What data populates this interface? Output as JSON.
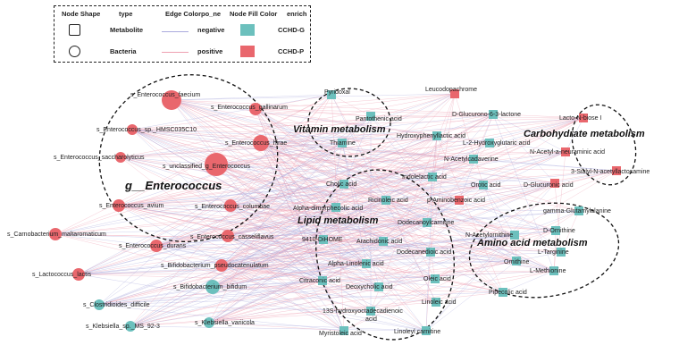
{
  "legend": {
    "headers": {
      "shape": "Node Shape",
      "type": "type",
      "edge": "Edge Color",
      "pone": "po_ne",
      "fill": "Node Fill Color",
      "enrich": "enrich"
    },
    "rows": [
      {
        "shape": "square",
        "type": "Metabolite",
        "edge_color": "#aaaadd",
        "pone": "negative",
        "fill_color": "#6cc0bd",
        "enrich": "CCHD-G"
      },
      {
        "shape": "circle",
        "type": "Bacteria",
        "edge_color": "#ee9fb1",
        "pone": "positive",
        "fill_color": "#e9676d",
        "enrich": "CCHD-P"
      }
    ]
  },
  "colors": {
    "teal": "#6cc0bd",
    "red": "#e9676d",
    "neg_edge": "#aaaadd",
    "pos_edge": "#ee9fb1"
  },
  "groups": [
    {
      "label": "g__Enterococcus"
    },
    {
      "label": "Vitamin metabolism"
    },
    {
      "label": "Carbohydrate metabolism"
    },
    {
      "label": "Lipid metabolism"
    },
    {
      "label": "Amino acid metabolism"
    }
  ],
  "nodes": [
    {
      "label": "s_Enterococcus_faecium",
      "shape": "circle",
      "enrich": "CCHD-P"
    },
    {
      "label": "s_Enterococcus_gallinarum",
      "shape": "circle",
      "enrich": "CCHD-P"
    },
    {
      "label": "s_Enterococcus_sp._HMSC035C10",
      "shape": "circle",
      "enrich": "CCHD-P"
    },
    {
      "label": "s_Enterococcus_hirae",
      "shape": "circle",
      "enrich": "CCHD-P"
    },
    {
      "label": "s_Enterococcus_saccharolyticus",
      "shape": "circle",
      "enrich": "CCHD-P"
    },
    {
      "label": "s_unclassified_g_Enterococcus",
      "shape": "circle",
      "enrich": "CCHD-P"
    },
    {
      "label": "s_Enterococcus_avium",
      "shape": "circle",
      "enrich": "CCHD-P"
    },
    {
      "label": "s_Enterococcus_columbae",
      "shape": "circle",
      "enrich": "CCHD-P"
    },
    {
      "label": "s_Carnobacterium_maltaromaticum",
      "shape": "circle",
      "enrich": "CCHD-P"
    },
    {
      "label": "s_Enterococcus_durans",
      "shape": "circle",
      "enrich": "CCHD-P"
    },
    {
      "label": "s_Enterococcus_casseliflavus",
      "shape": "circle",
      "enrich": "CCHD-P"
    },
    {
      "label": "s_Lactococcus_lactis",
      "shape": "circle",
      "enrich": "CCHD-P"
    },
    {
      "label": "s_Bifidobacterium_pseudocatenulatum",
      "shape": "circle",
      "enrich": "CCHD-P"
    },
    {
      "label": "s_Bifidobacterium_bifidum",
      "shape": "circle",
      "enrich": "CCHD-G"
    },
    {
      "label": "s_Clostridioides_difficile",
      "shape": "circle",
      "enrich": "CCHD-G"
    },
    {
      "label": "s_Klebsiella_sp._MS_92-3",
      "shape": "circle",
      "enrich": "CCHD-G"
    },
    {
      "label": "s_Klebsiella_variicola",
      "shape": "circle",
      "enrich": "CCHD-G"
    },
    {
      "label": "Pyridoxal",
      "shape": "square",
      "enrich": "CCHD-G"
    },
    {
      "label": "Pantothenic acid",
      "shape": "square",
      "enrich": "CCHD-G"
    },
    {
      "label": "Thiamine",
      "shape": "square",
      "enrich": "CCHD-G"
    },
    {
      "label": "Leucodopachrome",
      "shape": "square",
      "enrich": "CCHD-P"
    },
    {
      "label": "D-Glucurono-6-3-lactone",
      "shape": "square",
      "enrich": "CCHD-G"
    },
    {
      "label": "Hydroxyphenyllactic acid",
      "shape": "square",
      "enrich": "CCHD-G"
    },
    {
      "label": "L-2-Hydroxyglutaric acid",
      "shape": "square",
      "enrich": "CCHD-G"
    },
    {
      "label": "N-Acetylcadaverine",
      "shape": "square",
      "enrich": "CCHD-G"
    },
    {
      "label": "Indolelactic acid",
      "shape": "square",
      "enrich": "CCHD-G"
    },
    {
      "label": "Orotic acid",
      "shape": "square",
      "enrich": "CCHD-G"
    },
    {
      "label": "p-Aminobenzoic acid",
      "shape": "square",
      "enrich": "CCHD-P"
    },
    {
      "label": "Lacto-N-biose I",
      "shape": "square",
      "enrich": "CCHD-P"
    },
    {
      "label": "N-Acetyl-a-neuraminic acid",
      "shape": "square",
      "enrich": "CCHD-P"
    },
    {
      "label": "3-Sialyl-N-acetyllactosamine",
      "shape": "square",
      "enrich": "CCHD-P"
    },
    {
      "label": "D-Glucuronic acid",
      "shape": "square",
      "enrich": "CCHD-P"
    },
    {
      "label": "gamma-Glutamylalanine",
      "shape": "square",
      "enrich": "CCHD-G"
    },
    {
      "label": "Cholic acid",
      "shape": "square",
      "enrich": "CCHD-G"
    },
    {
      "label": "Ricinoleic acid",
      "shape": "square",
      "enrich": "CCHD-G"
    },
    {
      "label": "Alpha-dimorphecolic acid",
      "shape": "square",
      "enrich": "CCHD-G"
    },
    {
      "label": "Dodecanoylcarnitine",
      "shape": "square",
      "enrich": "CCHD-G"
    },
    {
      "label": "9410-DiHOME",
      "shape": "square",
      "enrich": "CCHD-G"
    },
    {
      "label": "Arachidonic acid",
      "shape": "square",
      "enrich": "CCHD-G"
    },
    {
      "label": "Dodecanedioic acid",
      "shape": "square",
      "enrich": "CCHD-G"
    },
    {
      "label": "Alpha-Linolenic acid",
      "shape": "square",
      "enrich": "CCHD-G"
    },
    {
      "label": "Citraconic acid",
      "shape": "square",
      "enrich": "CCHD-G"
    },
    {
      "label": "Oleic acid",
      "shape": "square",
      "enrich": "CCHD-G"
    },
    {
      "label": "Deoxycholic acid",
      "shape": "square",
      "enrich": "CCHD-G"
    },
    {
      "label": "Linoleic acid",
      "shape": "square",
      "enrich": "CCHD-G"
    },
    {
      "label": "13S-hydroxyoctadecadienoic acid",
      "shape": "square",
      "enrich": "CCHD-G"
    },
    {
      "label": "Myristoleic acid",
      "shape": "square",
      "enrich": "CCHD-G"
    },
    {
      "label": "Linoleyl carnitine",
      "shape": "square",
      "enrich": "CCHD-G"
    },
    {
      "label": "N-Acetylornithine",
      "shape": "square",
      "enrich": "CCHD-G"
    },
    {
      "label": "D-Ornithine",
      "shape": "square",
      "enrich": "CCHD-G"
    },
    {
      "label": "L-Targinine",
      "shape": "square",
      "enrich": "CCHD-G"
    },
    {
      "label": "Ornithine",
      "shape": "square",
      "enrich": "CCHD-G"
    },
    {
      "label": "L-Methionine",
      "shape": "square",
      "enrich": "CCHD-G"
    },
    {
      "label": "Pipecolic acid",
      "shape": "square",
      "enrich": "CCHD-G"
    }
  ]
}
